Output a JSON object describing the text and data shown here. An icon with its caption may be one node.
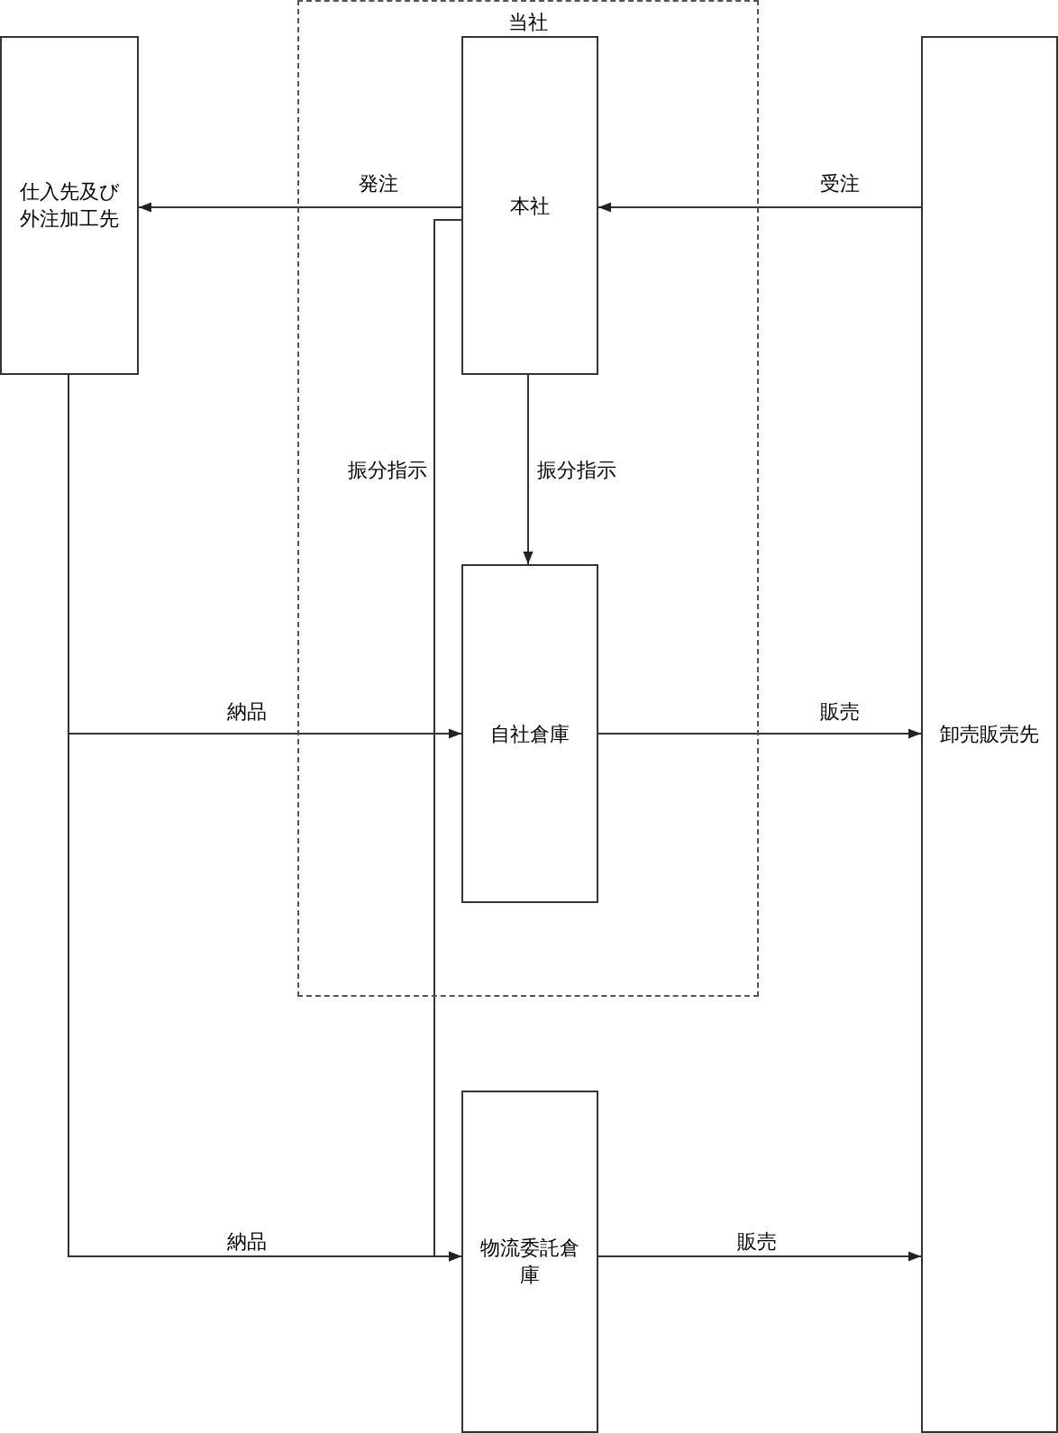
{
  "diagram": {
    "nodes": [
      {
        "text": [
          "当社"
        ]
      },
      {
        "text": [
          "仕入先及び外注加工先"
        ]
      },
      {
        "text": [
          "本社"
        ],
        "in": 0
      },
      {
        "text": [
          "卸売販売先"
        ]
      },
      {
        "text": [
          "自社倉庫"
        ],
        "in": 0
      },
      {
        "text": [
          "物流委託倉庫"
        ]
      }
    ],
    "edges": [
      {
        "from": 2,
        "to": 1,
        "arrow": "to",
        "label": "発注"
      },
      {
        "from": 3,
        "to": 2,
        "arrow": "to",
        "label": "受注"
      },
      {
        "from": 2,
        "to": 4,
        "arrow": "to",
        "label": "振分指示"
      },
      {
        "from": 2,
        "to": 5,
        "arrow": "to",
        "label": "振分指示"
      },
      {
        "from": 1,
        "to": 4,
        "arrow": "to",
        "label": "納品"
      },
      {
        "from": 1,
        "to": 5,
        "arrow": "to",
        "label": "納品"
      },
      {
        "from": 4,
        "to": 3,
        "arrow": "to",
        "label": "販売"
      },
      {
        "from": 5,
        "to": 3,
        "arrow": "to",
        "label": "販売"
      }
    ]
  }
}
